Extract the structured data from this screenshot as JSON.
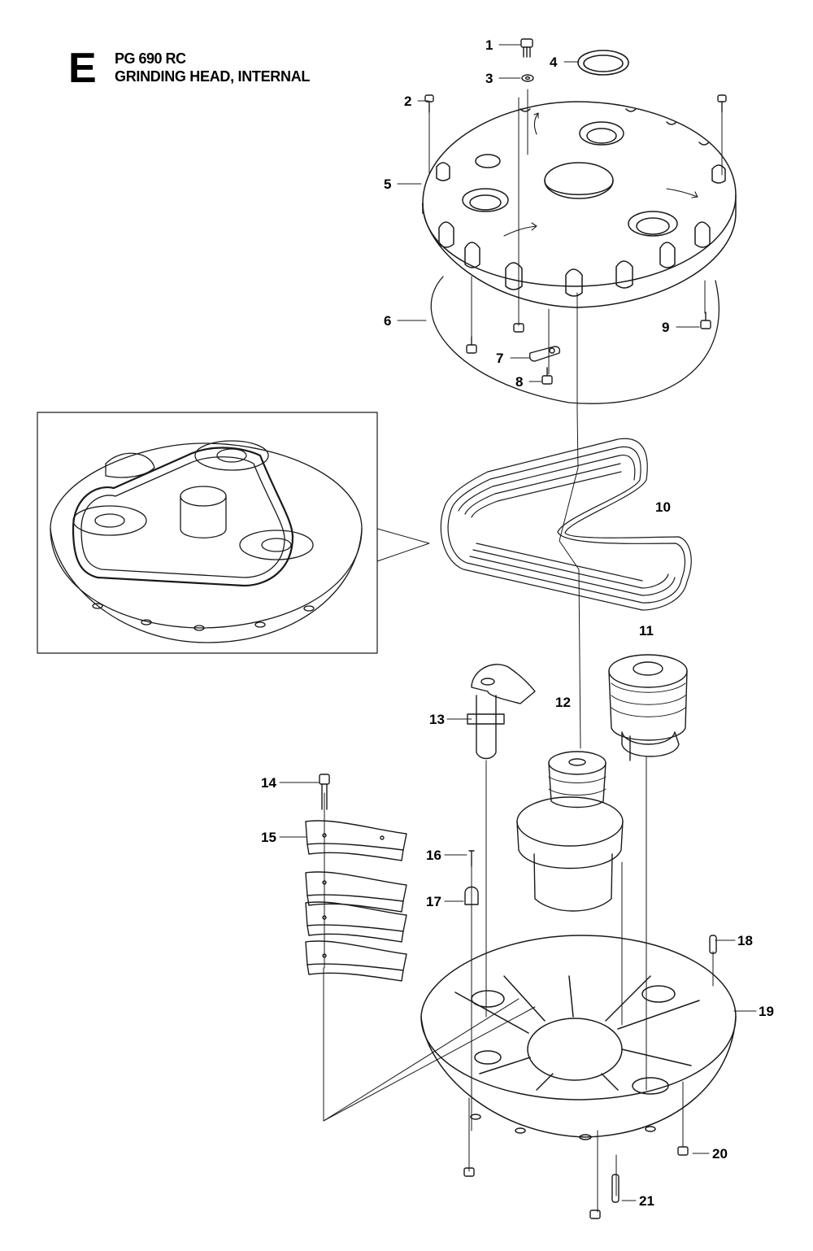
{
  "header": {
    "section_letter": "E",
    "model": "PG 690 RC",
    "title": "GRINDING HEAD, INTERNAL"
  },
  "callouts": {
    "c1": "1",
    "c2": "2",
    "c3": "3",
    "c4": "4",
    "c5": "5",
    "c6": "6",
    "c7": "7",
    "c8": "8",
    "c9": "9",
    "c10": "10",
    "c11": "11",
    "c12": "12",
    "c13": "13",
    "c14": "14",
    "c15": "15",
    "c16": "16",
    "c17": "17",
    "c18": "18",
    "c19": "19",
    "c20": "20",
    "c21": "21"
  },
  "colors": {
    "line": "#1a1a1a",
    "background": "#ffffff"
  }
}
